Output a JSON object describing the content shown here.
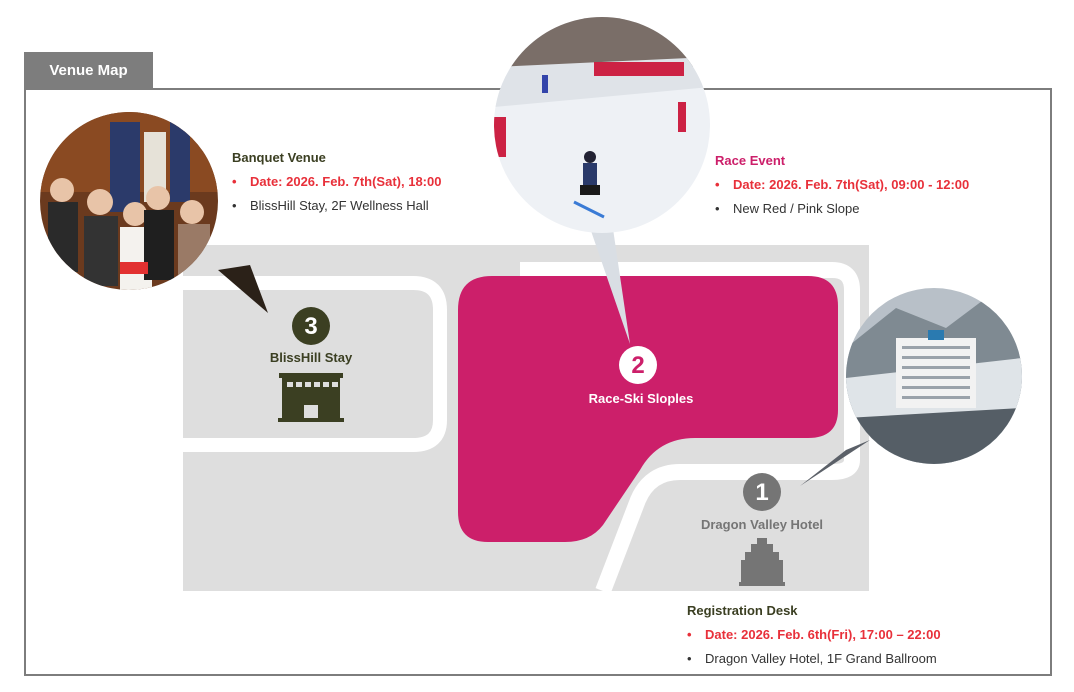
{
  "map": {
    "tab_label": "Venue Map",
    "colors": {
      "frame": "#7d7d7d",
      "land": "#dedede",
      "race_area": "#cc1f6a",
      "dark_olive": "#3b3f22",
      "hotel_gray": "#757575"
    },
    "locations": [
      {
        "number": "1",
        "name": "Dragon Valley Hotel",
        "icon": "historic-building-icon"
      },
      {
        "number": "2",
        "name": "Race-Ski Sloples",
        "icon": "ski-slope-icon"
      },
      {
        "number": "3",
        "name": "BlissHill Stay",
        "icon": "hotel-building-icon"
      }
    ],
    "events": {
      "banquet": {
        "title": "Banquet Venue",
        "date": "Date: 2026. Feb. 7th(Sat), 18:00",
        "place": "BlissHill Stay, 2F Wellness Hall",
        "photo": "banquet-party-photo"
      },
      "race": {
        "title": "Race Event",
        "date": "Date: 2026. Feb. 7th(Sat), 09:00 - 12:00",
        "place": "New Red / Pink Slope",
        "photo": "ski-racer-photo"
      },
      "registration": {
        "title": "Registration Desk",
        "date": "Date: 2026. Feb. 6th(Fri), 17:00 – 22:00",
        "place": "Dragon Valley Hotel, 1F Grand Ballroom",
        "photo": "snowy-hotel-photo"
      }
    },
    "bullet": "•"
  }
}
